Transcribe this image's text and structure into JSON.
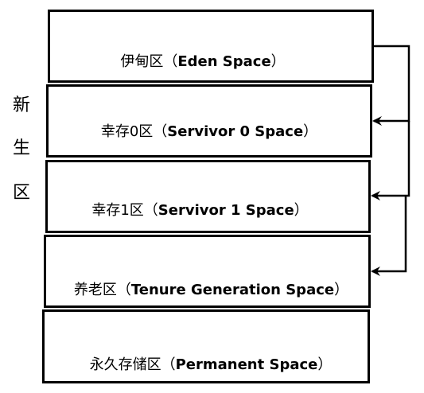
{
  "boxes": [
    {
      "cn": "伊甸区（",
      "en": "Eden Space",
      "close": "）"
    },
    {
      "cn": "幸存0区（",
      "en": "Servivor 0 Space",
      "close": "）"
    },
    {
      "cn": "幸存1区（",
      "en": "Servivor 1 Space",
      "close": "）"
    },
    {
      "cn": "养老区（",
      "en": "Tenure Generation Space",
      "close": "）"
    },
    {
      "cn": "永久存储区（",
      "en": "Permanent Space",
      "close": "）"
    }
  ],
  "side_label": [
    "新",
    "生",
    "区"
  ]
}
